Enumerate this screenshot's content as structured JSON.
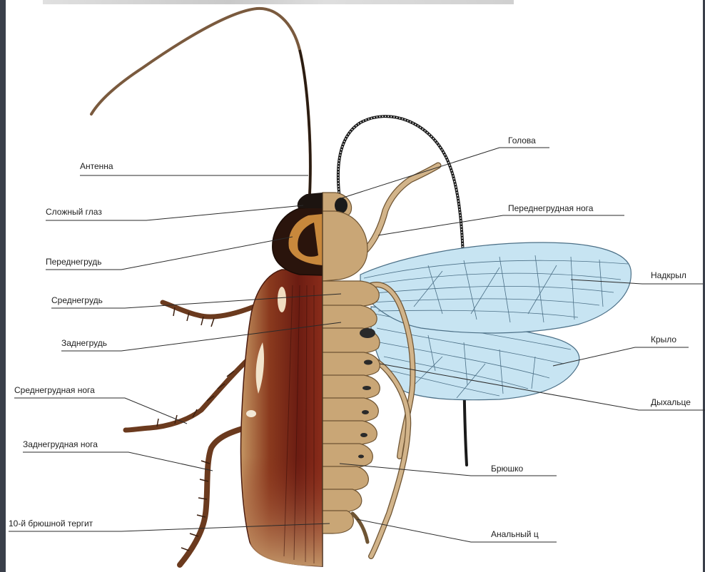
{
  "labels": {
    "left": {
      "antenna": "Антенна",
      "compound_eye": "Сложный глаз",
      "prothorax": "Переднегрудь",
      "mesothorax": "Среднегрудь",
      "metathorax": "Заднегрудь",
      "middle_leg": "Среднегрудная нога",
      "hind_leg": "Заднегрудная нога",
      "tergite": "10-й брюшной тергит"
    },
    "right": {
      "head": "Голова",
      "front_leg": "Переднегрудная нога",
      "elytron": "Надкрыл",
      "wing": "Крыло",
      "spiracle": "Дыхальце",
      "abdomen": "Брюшко",
      "anal": "Анальный ц"
    }
  },
  "colors": {
    "leader_line": "#2a2a2a",
    "body_tan": "#c9a676",
    "body_outline": "#6e5433",
    "wing_blue": "#c7e4f2",
    "wing_vein": "#4b6f86",
    "shell_dark": "#5a1a10",
    "shell_mid": "#8a2c1a",
    "shell_light": "#c49562",
    "head_black": "#1c1410"
  }
}
